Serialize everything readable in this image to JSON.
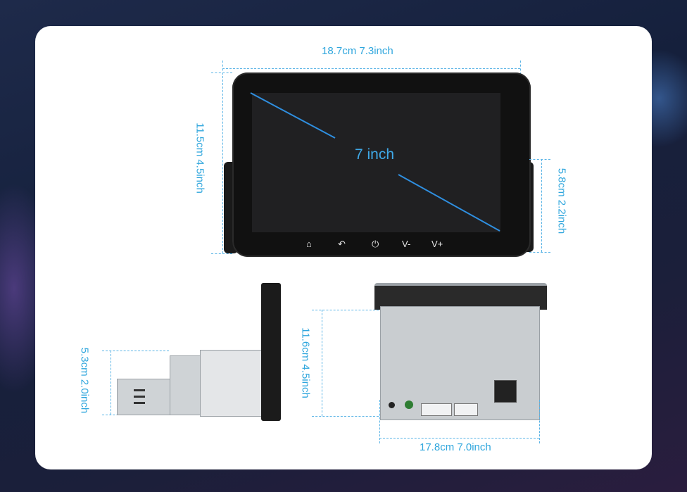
{
  "dimensions": {
    "front_width": "18.7cm  7.3inch",
    "front_height": "11.5cm  4.5inch",
    "bracket_height": "5.8cm  2.2inch",
    "screen_size": "7 inch",
    "side_depth": "5.3cm  2.0inch",
    "back_height": "11.6cm  4.5inch",
    "back_width": "17.8cm  7.0inch"
  },
  "front_buttons": [
    {
      "icon": "home-icon",
      "glyph": "⌂"
    },
    {
      "icon": "back-icon",
      "glyph": "↶"
    },
    {
      "icon": "power-icon",
      "glyph": "⏻"
    },
    {
      "icon": "volume-down",
      "label": "V-"
    },
    {
      "icon": "volume-up",
      "label": "V+"
    }
  ],
  "colors": {
    "dimension_text": "#2fa6dd",
    "diagonal": "#2f8fe0",
    "background": "#1b2342"
  }
}
